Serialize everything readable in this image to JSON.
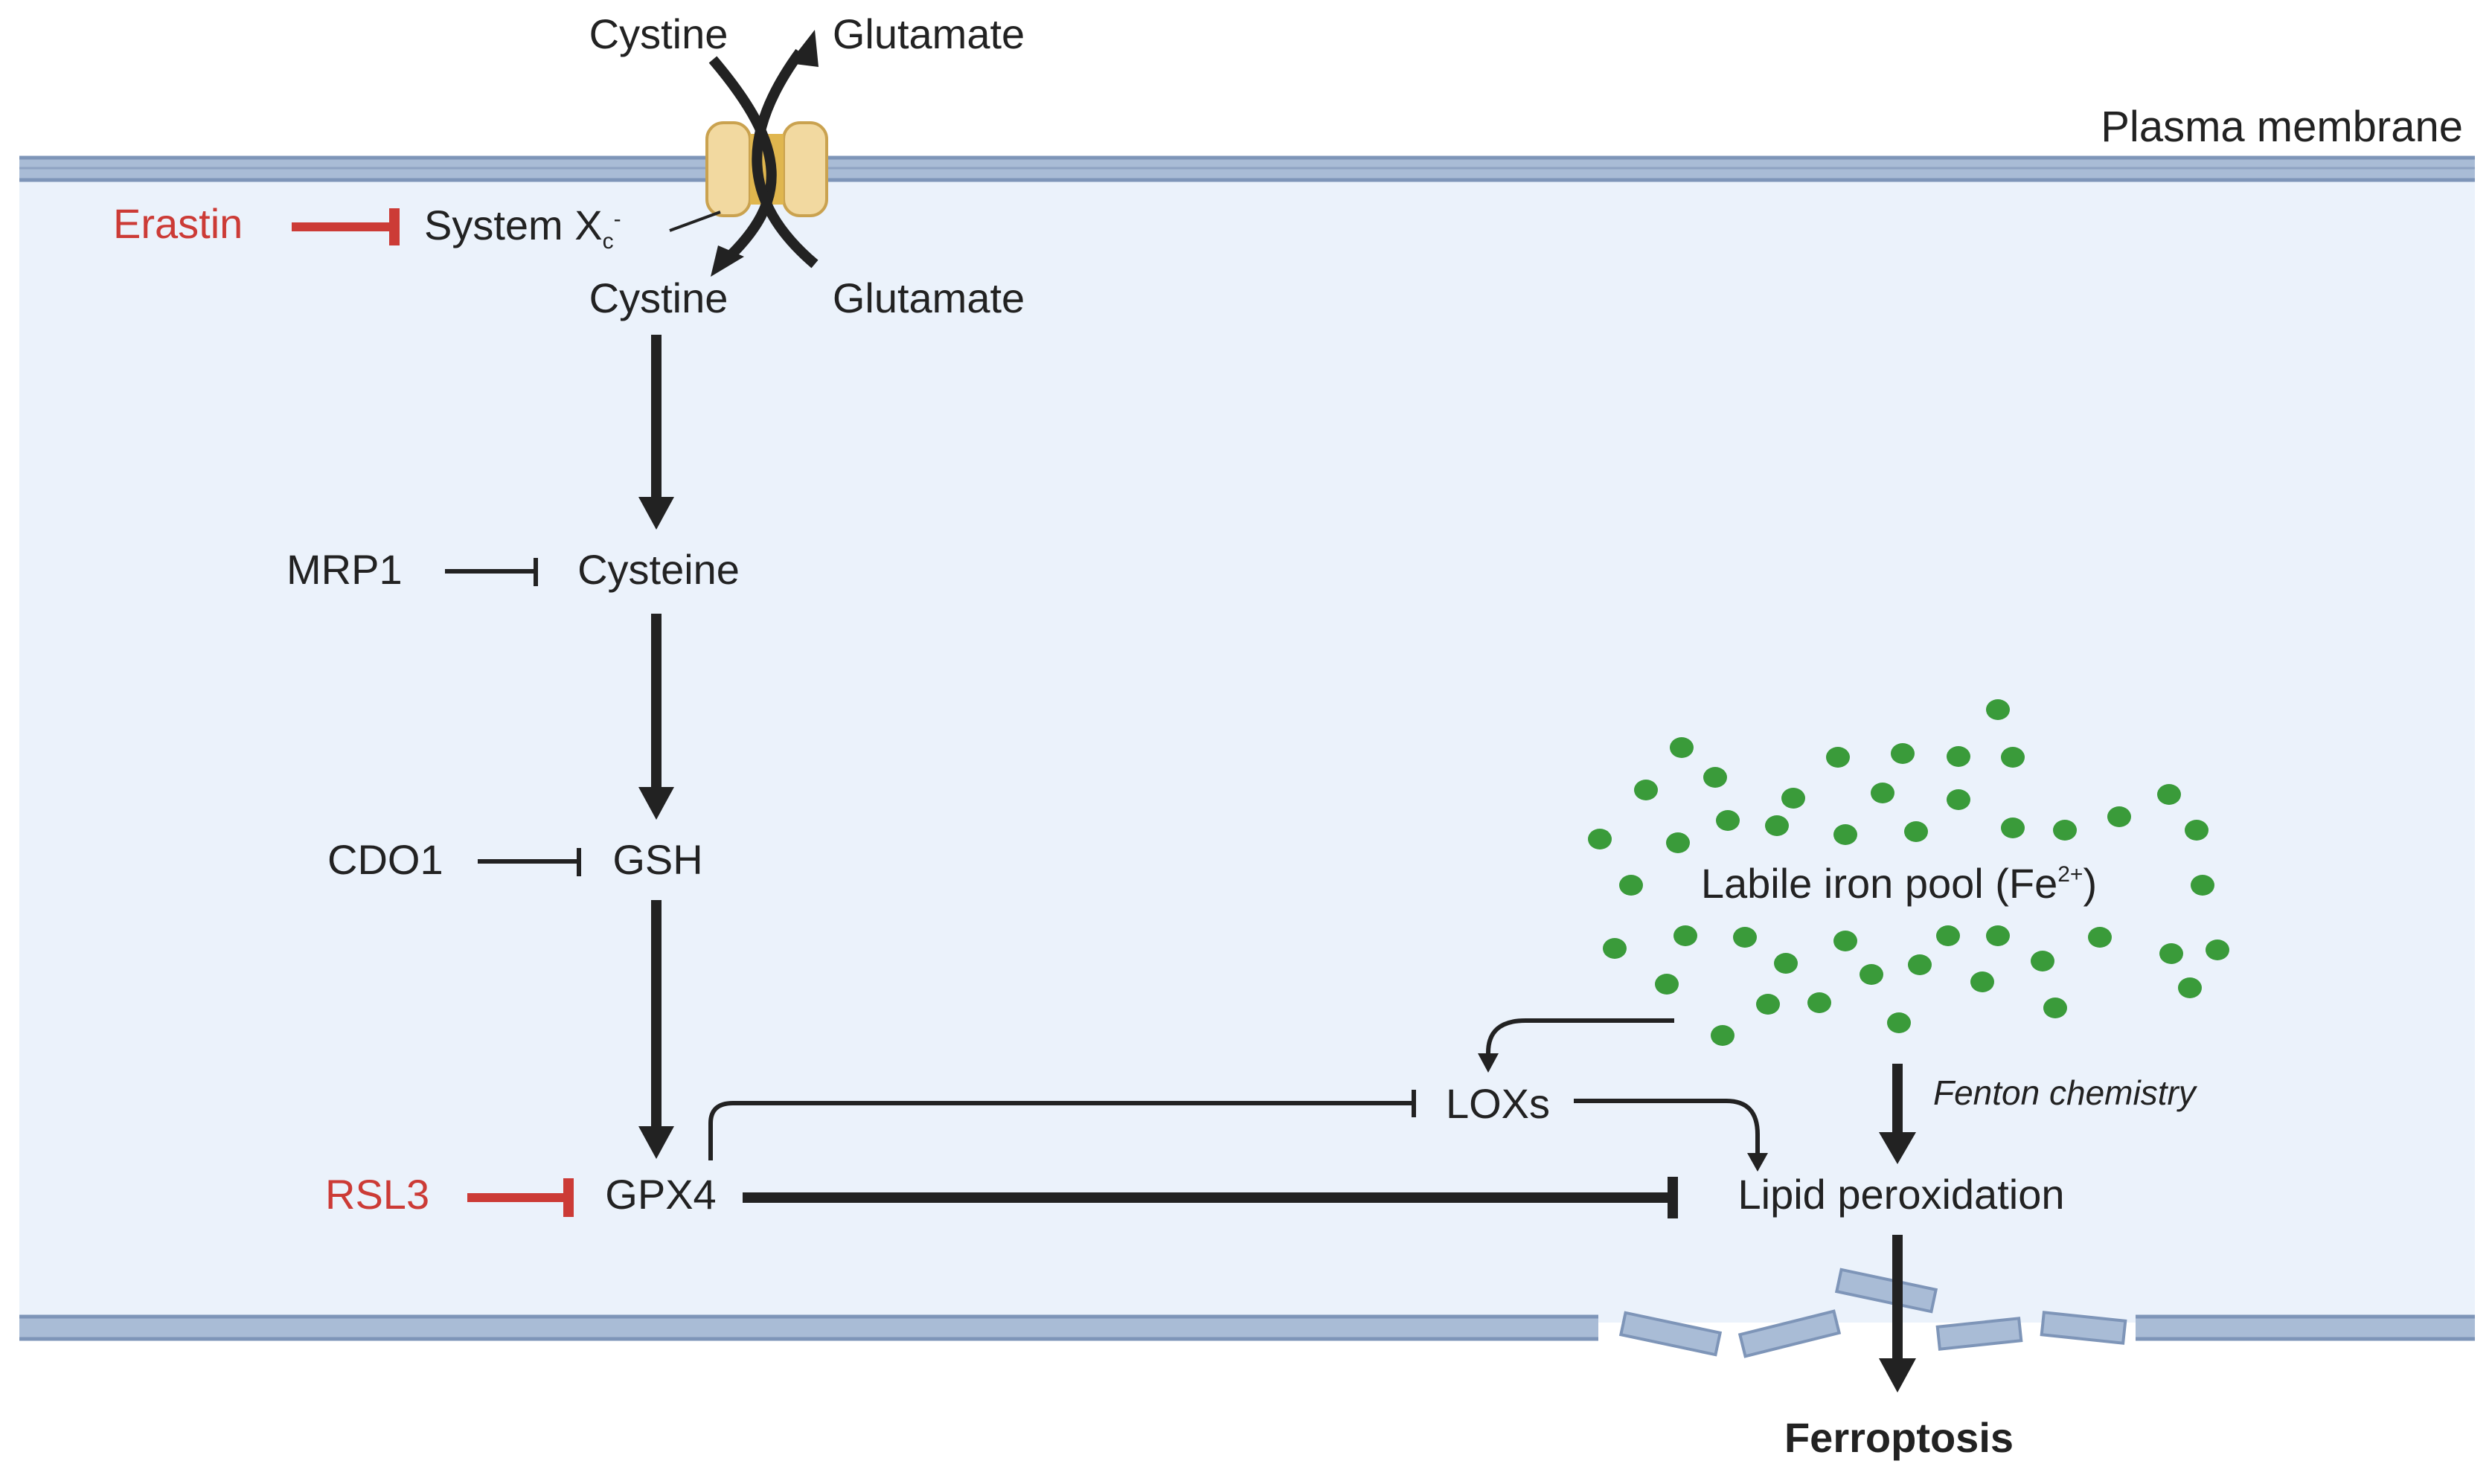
{
  "colors": {
    "cytoplasm": "#ebf2fb",
    "membrane": "#a9bcd6",
    "membrane_edge": "#7e95b8",
    "transporter": "#f2d9a0",
    "transporter_edge": "#caa24f",
    "arrow": "#222222",
    "inhibitor_red": "#cc3b36",
    "iron_dot": "#3a9b3a"
  },
  "membrane_label": "Plasma membrane",
  "transporter": {
    "name": "System X",
    "subscript": "c",
    "superscript": "-",
    "outside_in": "Cystine",
    "outside_out": "Glutamate",
    "inside_in": "Cystine",
    "inside_out": "Glutamate"
  },
  "inhibitors": {
    "erastin": "Erastin",
    "mrp1": "MRP1",
    "cdo1": "CDO1",
    "rsl3": "RSL3"
  },
  "pathway": {
    "cysteine": "Cysteine",
    "gsh": "GSH",
    "gpx4": "GPX4",
    "loxs": "LOXs",
    "lipid_peroxidation": "Lipid peroxidation",
    "ferroptosis": "Ferroptosis"
  },
  "iron_pool": {
    "label": "Labile iron pool (Fe",
    "superscript": "2+",
    "close": ")",
    "fenton": "Fenton chemistry"
  }
}
